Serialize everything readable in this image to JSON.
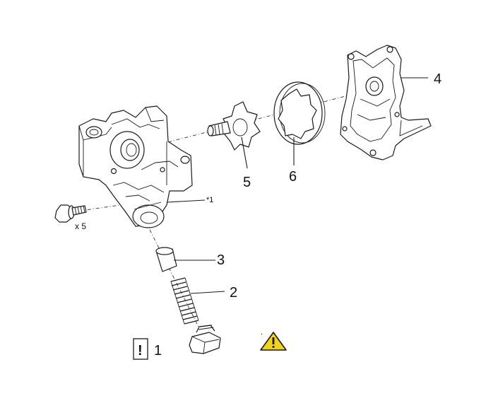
{
  "callouts": {
    "c1": "1",
    "c2": "2",
    "c3": "3",
    "c4": "4",
    "c5": "5",
    "c6": "6"
  },
  "quantity_label": "x 5",
  "note_label": "*1",
  "symbols": {
    "notice_box": "!",
    "caution_icon": "warning-triangle-icon",
    "caution_color": "#f2d21b"
  }
}
